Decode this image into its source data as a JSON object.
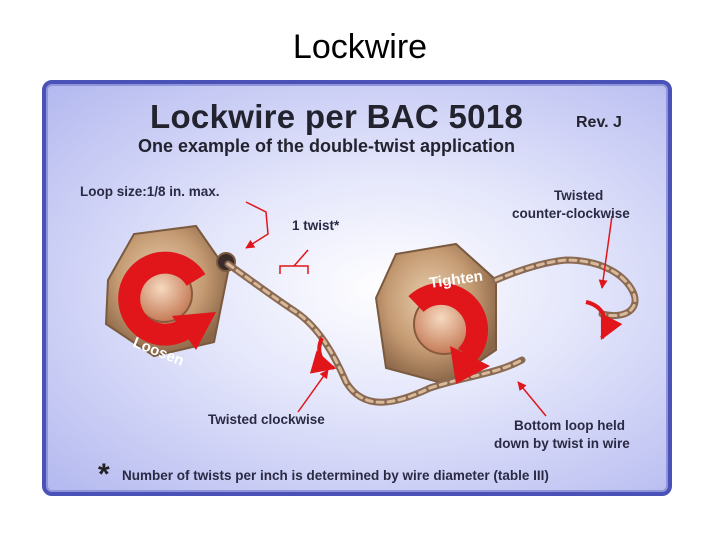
{
  "slide": {
    "title": "Lockwire"
  },
  "figure": {
    "title": "Lockwire per BAC 5018",
    "revision": "Rev. J",
    "subtitle": "One example of the double-twist application",
    "labels": {
      "loop_size": "Loop size:1/8 in. max.",
      "one_twist": "1 twist*",
      "twisted_ccw": [
        "Twisted",
        "counter-clockwise"
      ],
      "twisted_cw": "Twisted clockwise",
      "bottom_loop": [
        "Bottom loop held",
        "down by twist in wire"
      ],
      "tighten": "Tighten",
      "loosen": "Loosen"
    },
    "footnote_star": "*",
    "footnote": "Number of twists per inch is determined by wire diameter (table III)",
    "colors": {
      "arrow_red": "#e0161b",
      "leader_red": "#e0161b",
      "bolt_tan": "#c9a27a",
      "wire": "#8a6a52",
      "panel_border": "#4a52b8"
    }
  }
}
